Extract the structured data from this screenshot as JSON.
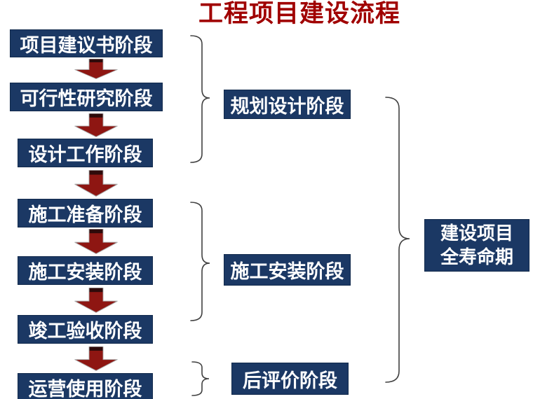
{
  "title": "工程项目建设流程",
  "flow_boxes": [
    "项目建议书阶段",
    "可行性研究阶段",
    "设计工作阶段",
    "施工准备阶段",
    "施工安装阶段",
    "竣工验收阶段",
    "运营使用阶段"
  ],
  "phase_boxes": [
    "规划设计阶段",
    "施工安装阶段",
    "后评价阶段"
  ],
  "lifecycle_box": {
    "line1": "建设项目",
    "line2": "全寿命期"
  },
  "colors": {
    "box_background": "#1B3864",
    "box_text": "#FFFFFF",
    "arrow_red": "#8E1612",
    "arrow_band": "#2E0A0A",
    "title_red": "#A00000",
    "brace_stroke": "#404040"
  }
}
